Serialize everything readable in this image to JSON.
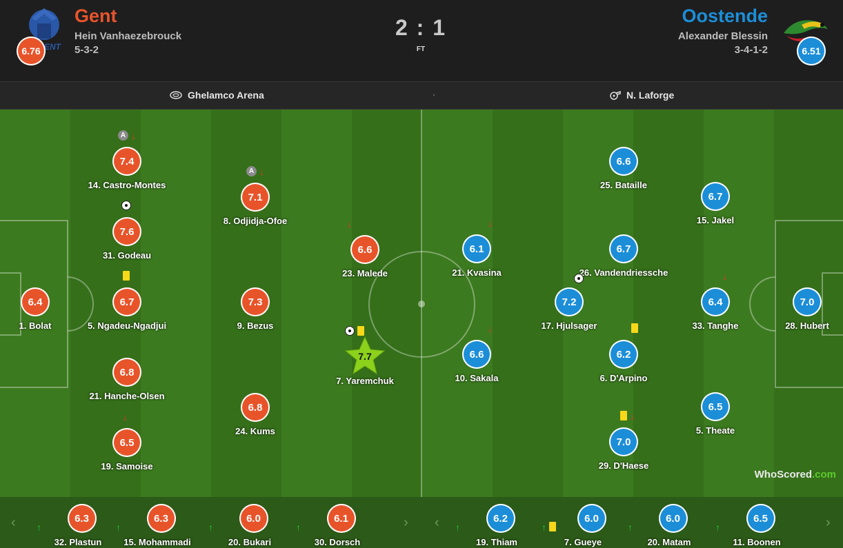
{
  "header": {
    "home": {
      "name": "Gent",
      "manager": "Hein Vanhaezebrouck",
      "formation": "5-3-2",
      "rating": "6.76",
      "color": "#e8542a",
      "logo_text": "ENT"
    },
    "away": {
      "name": "Oostende",
      "manager": "Alexander Blessin",
      "formation": "3-4-1-2",
      "rating": "6.51",
      "color": "#1c8ed8"
    },
    "score": "2 : 1",
    "status": "FT"
  },
  "info": {
    "venue": "Ghelamco Arena",
    "separator": "·",
    "referee": "N. Laforge"
  },
  "home_players": [
    {
      "rating": "6.4",
      "name": "1. Bolat",
      "icons": []
    },
    {
      "rating": "7.4",
      "name": "14. Castro-Montes",
      "icons": [
        "captain-icon",
        "sub-off-icon"
      ]
    },
    {
      "rating": "7.6",
      "name": "31. Godeau",
      "icons": [
        "goal-icon"
      ]
    },
    {
      "rating": "6.7",
      "name": "5. Ngadeu-Ngadjui",
      "icons": [
        "yellow-card-icon"
      ]
    },
    {
      "rating": "6.8",
      "name": "21. Hanche-Olsen",
      "icons": []
    },
    {
      "rating": "6.5",
      "name": "19. Samoise",
      "icons": [
        "sub-off-icon"
      ]
    },
    {
      "rating": "7.1",
      "name": "8. Odjidja-Ofoe",
      "icons": [
        "captain-icon",
        "sub-off-icon"
      ]
    },
    {
      "rating": "7.3",
      "name": "9. Bezus",
      "icons": []
    },
    {
      "rating": "6.8",
      "name": "24. Kums",
      "icons": []
    },
    {
      "rating": "6.6",
      "name": "23. Malede",
      "icons": [
        "sub-off-icon"
      ]
    },
    {
      "rating": "7.7",
      "name": "7. Yaremchuk",
      "icons": [
        "goal-icon",
        "yellow-card-icon"
      ],
      "man_of_match": true
    }
  ],
  "away_players": [
    {
      "rating": "6.6",
      "name": "25. Bataille",
      "icons": []
    },
    {
      "rating": "6.7",
      "name": "15. Jakel",
      "icons": []
    },
    {
      "rating": "6.7",
      "name": "26. Vandendriessche",
      "icons": []
    },
    {
      "rating": "6.1",
      "name": "21. Kvasina",
      "icons": [
        "sub-off-icon"
      ]
    },
    {
      "rating": "7.2",
      "name": "17. Hjulsager",
      "icons": [
        "goal-icon"
      ]
    },
    {
      "rating": "6.4",
      "name": "33. Tanghe",
      "icons": [
        "sub-off-icon"
      ]
    },
    {
      "rating": "7.0",
      "name": "28. Hubert",
      "icons": []
    },
    {
      "rating": "6.6",
      "name": "10. Sakala",
      "icons": [
        "sub-off-icon"
      ]
    },
    {
      "rating": "6.2",
      "name": "6. D'Arpino",
      "icons": [
        "yellow-card-icon"
      ]
    },
    {
      "rating": "6.5",
      "name": "5. Theate",
      "icons": []
    },
    {
      "rating": "7.0",
      "name": "29. D'Haese",
      "icons": [
        "yellow-card-icon",
        "sub-off-icon"
      ]
    }
  ],
  "home_subs": [
    {
      "rating": "6.3",
      "name": "32. Plastun"
    },
    {
      "rating": "6.3",
      "name": "15. Mohammadi"
    },
    {
      "rating": "6.0",
      "name": "20. Bukari"
    },
    {
      "rating": "6.1",
      "name": "30. Dorsch"
    }
  ],
  "away_subs": [
    {
      "rating": "6.2",
      "name": "19. Thiam",
      "card": false
    },
    {
      "rating": "6.0",
      "name": "7. Gueye",
      "card": true
    },
    {
      "rating": "6.0",
      "name": "20. Matam",
      "card": false
    },
    {
      "rating": "6.5",
      "name": "11. Boonen",
      "card": false
    }
  ],
  "watermark": {
    "part1": "WhoScored",
    "part2": ".com"
  }
}
